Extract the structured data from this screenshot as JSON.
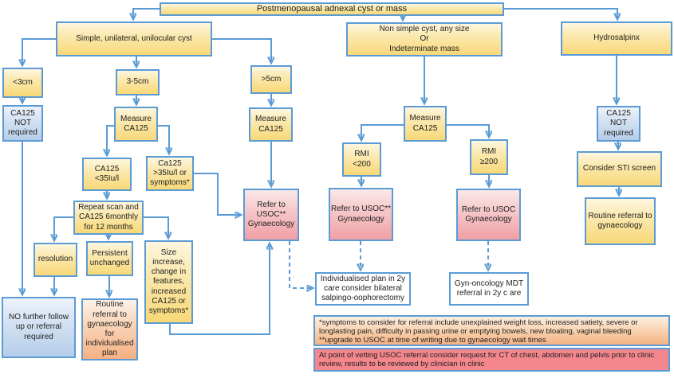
{
  "colors": {
    "accent_blue_border": "#5B9BD5",
    "yellow_box_bottom": "#F8D877",
    "blue_box_bottom": "#B5CDE9",
    "pink_box_bottom": "#EFA0A5",
    "orange_box_bottom": "#F5B183",
    "salmon_note": "#F4868D"
  },
  "nodes": {
    "root": {
      "text": "Postmenopausal adnexal cyst or mass"
    },
    "simple": {
      "text": "Simple, unilateral, unilocular cyst"
    },
    "nonsimple": {
      "text": "Non simple cyst, any size\nOr\nIndeterminate mass"
    },
    "hydrosalpinx": {
      "text": "Hydrosalpinx"
    },
    "lt3cm": {
      "text": "<3cm"
    },
    "cm3to5": {
      "text": "3-5cm"
    },
    "gt5cm": {
      "text": ">5cm"
    },
    "ca125_not_left": {
      "text": "CA125\nNOT\nrequired"
    },
    "measure_mid": {
      "text": "Measure\nCA125"
    },
    "measure_right": {
      "text": "Measure\nCA125"
    },
    "measure_ns": {
      "text": "Measure\nCA125"
    },
    "ca125_lt35": {
      "text": "CA125\n<35Iu/l"
    },
    "ca125_gt35": {
      "text": "Ca125\n>35Iu/l or\nsymptoms*"
    },
    "repeat_scan": {
      "text": "Repeat scan and\nCA125 6monthly\nfor 12 months"
    },
    "resolution": {
      "text": "resolution"
    },
    "persistent": {
      "text": "Persistent\nunchanged"
    },
    "size_increase": {
      "text": "Size increase,\nchange in\nfeatures,\nincreased\nCA125 or\nsymptoms*"
    },
    "no_further": {
      "text": "NO further follow\nup or referral\nrequired"
    },
    "routine_individualised": {
      "text": "Routine\nreferral to\ngynaecology\nfor\nindividualised\nplan"
    },
    "refer_usoc_center": {
      "text": "Refer to\nUSOC**\nGynaecology"
    },
    "rmi_low": {
      "text": "RMI\n<200"
    },
    "rmi_high": {
      "text": "RMI\n≥200"
    },
    "refer_usoc_rmi_low": {
      "text": "Refer to USOC**\nGynaecology"
    },
    "refer_usoc_rmi_high": {
      "text": "Refer to USOC\nGynaecology"
    },
    "ca125_not_right": {
      "text": "CA125\nNOT\nrequired"
    },
    "sti_screen": {
      "text": "Consider STI screen"
    },
    "routine_referral": {
      "text": "Routine referral to\ngynaecology"
    },
    "individualised_plan": {
      "text": "Individualised plan  in 2y\ncare consider bilateral\nsalpingo-oophorectomy"
    },
    "gyn_oncology_mdt": {
      "text": "Gyn-oncology MDT\nreferral in 2y c are"
    }
  },
  "footnotes": {
    "symptoms_note": "*symptoms  to consider for referral include unexplained weight loss, increased satiety, severe or longlasting pain, difficulty in passing urine or emptying bowels, new bloating, vaginal bleeding\n**upgrade to USOC at time of writing due to gynaecology wait times",
    "ct_note": "At point of vetting USOC referral consider request for CT of chest, abdomen and pelvis prior to clinic review, results to be reviewed by clinician in clinic"
  },
  "edges": [
    {
      "from": "root",
      "to": "simple",
      "style": "solid"
    },
    {
      "from": "root",
      "to": "nonsimple",
      "style": "solid"
    },
    {
      "from": "root",
      "to": "hydrosalpinx",
      "style": "solid"
    },
    {
      "from": "simple",
      "to": "lt3cm",
      "style": "solid"
    },
    {
      "from": "simple",
      "to": "cm3to5",
      "style": "solid"
    },
    {
      "from": "simple",
      "to": "gt5cm",
      "style": "solid"
    },
    {
      "from": "lt3cm",
      "to": "ca125_not_left",
      "style": "solid"
    },
    {
      "from": "ca125_not_left",
      "to": "no_further",
      "style": "solid"
    },
    {
      "from": "cm3to5",
      "to": "measure_mid",
      "style": "solid"
    },
    {
      "from": "measure_mid",
      "to": "ca125_lt35",
      "style": "solid"
    },
    {
      "from": "measure_mid",
      "to": "ca125_gt35",
      "style": "solid"
    },
    {
      "from": "ca125_lt35",
      "to": "repeat_scan",
      "style": "solid"
    },
    {
      "from": "repeat_scan",
      "to": "resolution",
      "style": "solid"
    },
    {
      "from": "repeat_scan",
      "to": "persistent",
      "style": "solid"
    },
    {
      "from": "repeat_scan",
      "to": "size_increase",
      "style": "solid"
    },
    {
      "from": "resolution",
      "to": "no_further",
      "style": "solid"
    },
    {
      "from": "persistent",
      "to": "routine_individualised",
      "style": "solid"
    },
    {
      "from": "ca125_gt35",
      "to": "refer_usoc_center",
      "style": "solid"
    },
    {
      "from": "gt5cm",
      "to": "measure_right",
      "style": "solid"
    },
    {
      "from": "measure_right",
      "to": "refer_usoc_center",
      "style": "solid"
    },
    {
      "from": "size_increase",
      "to": "refer_usoc_center",
      "style": "solid"
    },
    {
      "from": "refer_usoc_center",
      "to": "individualised_plan",
      "style": "dashed"
    },
    {
      "from": "nonsimple",
      "to": "measure_ns",
      "style": "solid"
    },
    {
      "from": "measure_ns",
      "to": "rmi_low",
      "style": "solid"
    },
    {
      "from": "measure_ns",
      "to": "rmi_high",
      "style": "solid"
    },
    {
      "from": "rmi_low",
      "to": "refer_usoc_rmi_low",
      "style": "solid"
    },
    {
      "from": "rmi_high",
      "to": "refer_usoc_rmi_high",
      "style": "solid"
    },
    {
      "from": "refer_usoc_rmi_low",
      "to": "individualised_plan",
      "style": "dashed"
    },
    {
      "from": "refer_usoc_rmi_high",
      "to": "gyn_oncology_mdt",
      "style": "dashed"
    },
    {
      "from": "hydrosalpinx",
      "to": "ca125_not_right",
      "style": "solid"
    },
    {
      "from": "ca125_not_right",
      "to": "sti_screen",
      "style": "solid"
    },
    {
      "from": "sti_screen",
      "to": "routine_referral",
      "style": "solid"
    }
  ]
}
